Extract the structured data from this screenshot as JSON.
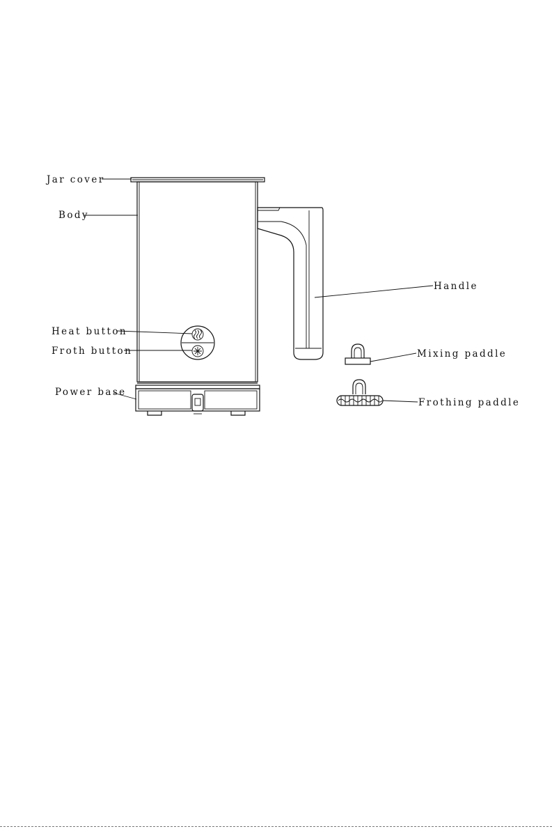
{
  "labels": {
    "jar_cover": "Jar cover",
    "body": "Body",
    "heat_button": "Heat button",
    "froth_button": "Froth button",
    "power_base": "Power base",
    "handle": "Handle",
    "mixing_paddle": "Mixing paddle",
    "frothing_paddle": "Frothing paddle"
  },
  "colors": {
    "ink": "#111111",
    "background": "#ffffff"
  }
}
